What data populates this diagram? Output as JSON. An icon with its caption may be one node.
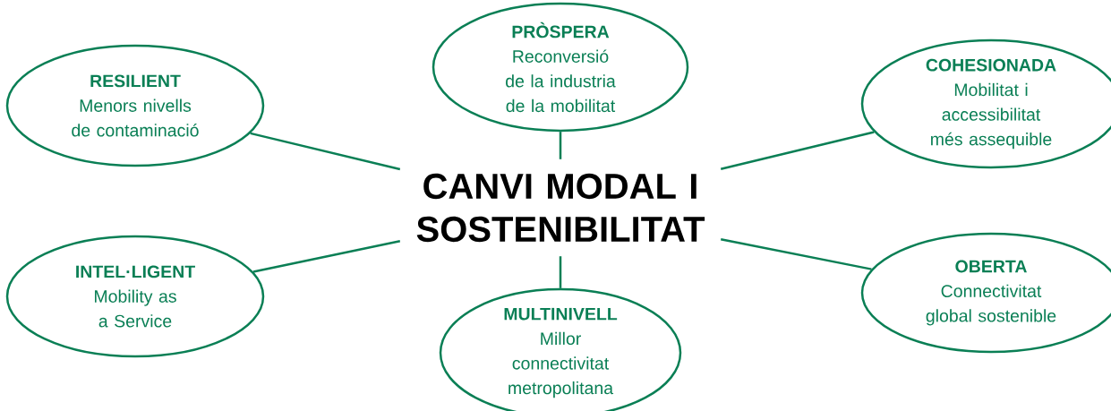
{
  "diagram": {
    "nodes": [
      {
        "text": [
          "PRÒSPERA",
          "Reconversió de la industria de la mobilitat"
        ]
      },
      {
        "text": [
          "RESILIENT",
          "Menors nivells de contaminació"
        ]
      },
      {
        "text": [
          "COHESIONADA",
          "Mobilitat i accessibilitat més assequible"
        ]
      },
      {
        "text": [
          "CANVI MODAL I SOSTENIBILITAT"
        ]
      },
      {
        "text": [
          "INTEL·LIGENT",
          "Mobility as a Service"
        ]
      },
      {
        "text": [
          "OBERTA",
          "Connectivitat global sostenible"
        ]
      },
      {
        "text": [
          "MULTINIVELL",
          "Millor connectivitat metropolitana"
        ]
      }
    ],
    "edges": [
      {
        "from": 3,
        "to": 0,
        "arrow": "none"
      },
      {
        "from": 3,
        "to": 1,
        "arrow": "none"
      },
      {
        "from": 3,
        "to": 2,
        "arrow": "none"
      },
      {
        "from": 3,
        "to": 4,
        "arrow": "none"
      },
      {
        "from": 3,
        "to": 5,
        "arrow": "none"
      },
      {
        "from": 3,
        "to": 6,
        "arrow": "none"
      }
    ]
  }
}
